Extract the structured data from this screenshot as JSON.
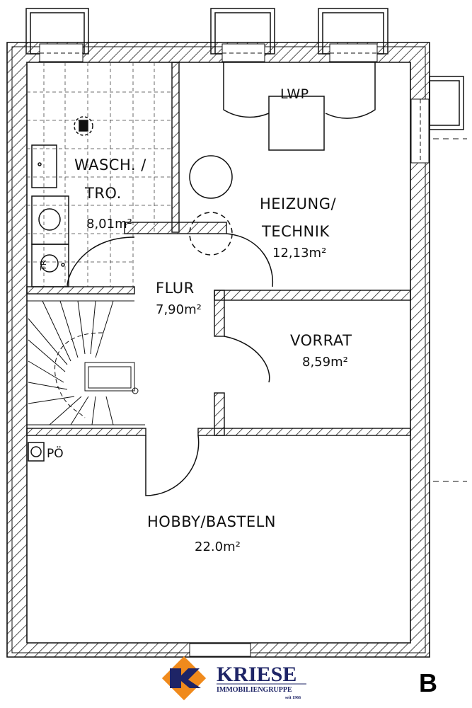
{
  "plan": {
    "rooms": [
      {
        "name": "WASCH. /",
        "name2": "TRO.",
        "area": "8,01m²"
      },
      {
        "name": "HEIZUNG/",
        "name2": "TECHNIK",
        "area": "12,13m²"
      },
      {
        "name": "FLUR",
        "area": "7,90m²"
      },
      {
        "name": "VORRAT",
        "area": "8,59m²"
      },
      {
        "name": "HOBBY/BASTELN",
        "area": "22.0m²"
      }
    ],
    "fixtures": {
      "heat_pump": "LWP",
      "dryer": "TR",
      "drain": "PÖ"
    }
  },
  "logo": {
    "brand": "KRIESE",
    "subtitle": "IMMOBILIENGRUPPE",
    "since": "seit 1966",
    "orange": "#f08a1c",
    "navy": "#1e2466"
  },
  "unit_label": "B"
}
